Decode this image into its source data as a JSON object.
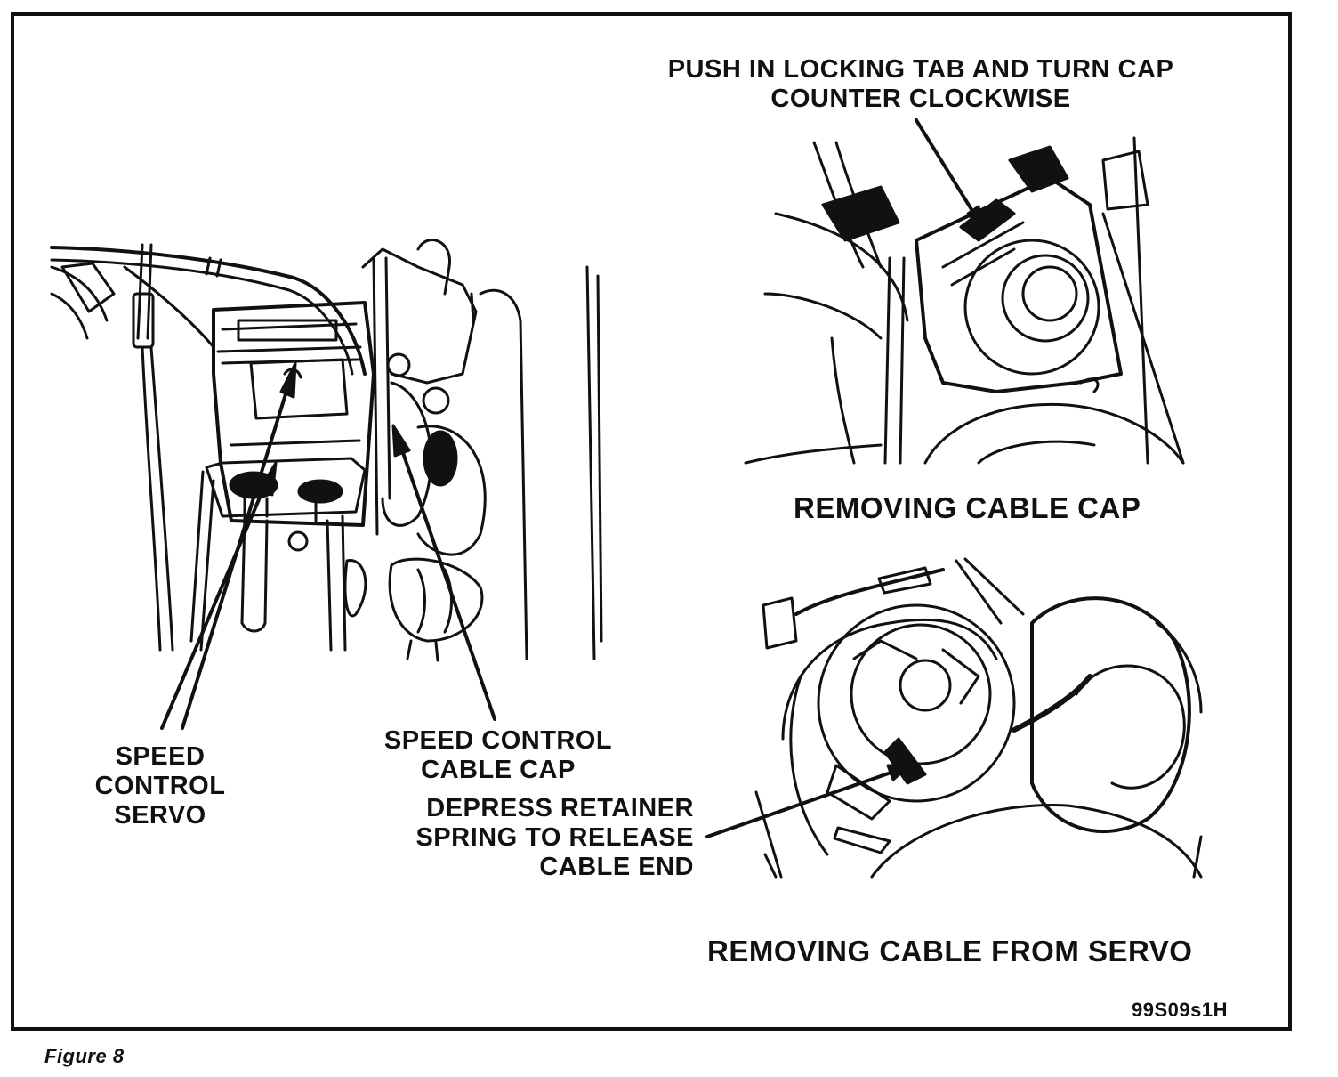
{
  "figure_number": "Figure 8",
  "figure_code": "99S09s1H",
  "callouts": {
    "push_in_locking_tab": [
      "PUSH IN LOCKING TAB AND TURN CAP",
      "COUNTER CLOCKWISE"
    ],
    "speed_control_servo": [
      "SPEED",
      "CONTROL",
      "SERVO"
    ],
    "speed_control_cable_cap": [
      "SPEED CONTROL",
      "CABLE CAP"
    ],
    "depress_retainer_spring": [
      "DEPRESS RETAINER",
      "SPRING TO RELEASE",
      "CABLE END"
    ]
  },
  "captions": {
    "removing_cable_cap": "REMOVING CABLE CAP",
    "removing_cable_from_servo": "REMOVING CABLE FROM SERVO"
  },
  "colors": {
    "ink": "#111111",
    "paper": "#ffffff"
  }
}
